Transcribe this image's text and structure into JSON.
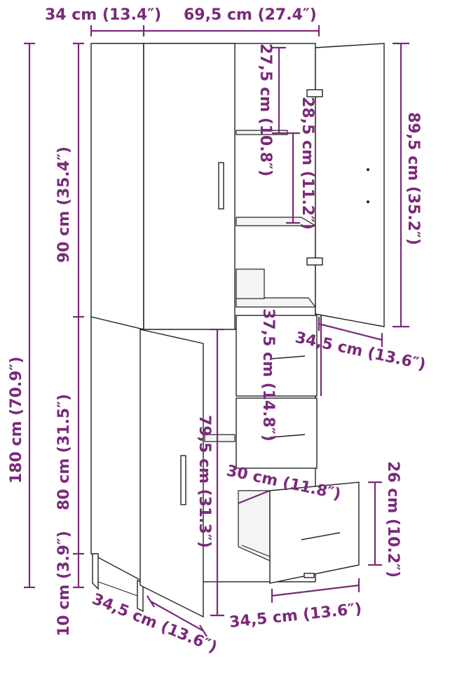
{
  "colors": {
    "dimension": "#7a2a7a",
    "outline": "#222222",
    "background": "#ffffff"
  },
  "dimensions": {
    "depth_top": "34 cm (13.4″)",
    "width_top": "69,5 cm (27.4″)",
    "total_height": "180 cm (70.9″)",
    "upper_height": "90 cm (35.4″)",
    "lower_height": "80 cm (31.5″)",
    "leg_height": "10 cm (3.9″)",
    "depth_bottom": "34,5 cm (13.6″)",
    "shelf_upper": "27,5 cm (10.8″)",
    "shelf_upper_2": "28,5 cm (11.2″)",
    "door_height_upper": "89,5 cm (35.2″)",
    "door_width_upper": "34,5 cm (13.6″)",
    "drawer_height": "37,5 cm (14.8″)",
    "door_height_lower": "79,5 cm (31.3″)",
    "drawer_depth": "30 cm (11.8″)",
    "drawer_front_height": "26 cm (10.2″)",
    "drawer_width": "34,5 cm (13.6″)"
  }
}
